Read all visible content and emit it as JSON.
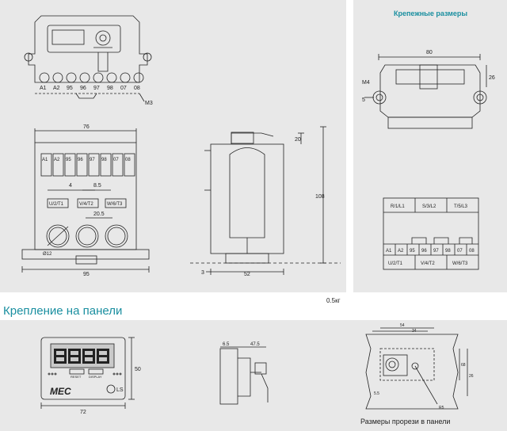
{
  "headings": {
    "mounting_dimensions": "Крепежные размеры",
    "panel_mounting": "Крепление на панели",
    "cutout_dimensions": "Размеры прорези в панели"
  },
  "weight": "0.5кг",
  "terminals_top_view": [
    "A1",
    "A2",
    "95",
    "96",
    "97",
    "98",
    "07",
    "08"
  ],
  "front_terminals": [
    "A1",
    "A2",
    "95",
    "96",
    "97",
    "98",
    "07",
    "08"
  ],
  "front_phase_labels": [
    "U/2/T1",
    "V/4/T2",
    "W/6/T3"
  ],
  "dims_front": {
    "width": "76",
    "base": "95",
    "pitch": "4",
    "gap": "8.5",
    "holes": "20.5",
    "angle_label": "Ø12"
  },
  "dims_side": {
    "top": "20",
    "height": "108",
    "base_left": "3",
    "base": "52"
  },
  "dims_mount": {
    "width": "80",
    "height": "26",
    "screw": "M4",
    "hole": "5"
  },
  "m3_label": "M3",
  "terminal_table": {
    "top_row": [
      "R/1/L1",
      "S/3/L2",
      "T/5/L3"
    ],
    "middle_row": [
      "A1",
      "A2",
      "95",
      "96",
      "97",
      "98",
      "07",
      "08"
    ],
    "bottom_row": [
      "U/2/T1",
      "V/4/T2",
      "W/6/T3"
    ]
  },
  "panel_unit": {
    "brand": "MEC",
    "maker": "LS",
    "width": "72",
    "height": "50",
    "btn_left": "RESET",
    "btn_right": "DISPLAY"
  },
  "panel_side": {
    "dim_a": "6.5",
    "dim_b": "47.5"
  },
  "cutout": {
    "dim_a": "54",
    "dim_b": "34",
    "dim_c": "68",
    "dim_d": "5.5",
    "dim_e": "26",
    "dim_f": "R5"
  }
}
